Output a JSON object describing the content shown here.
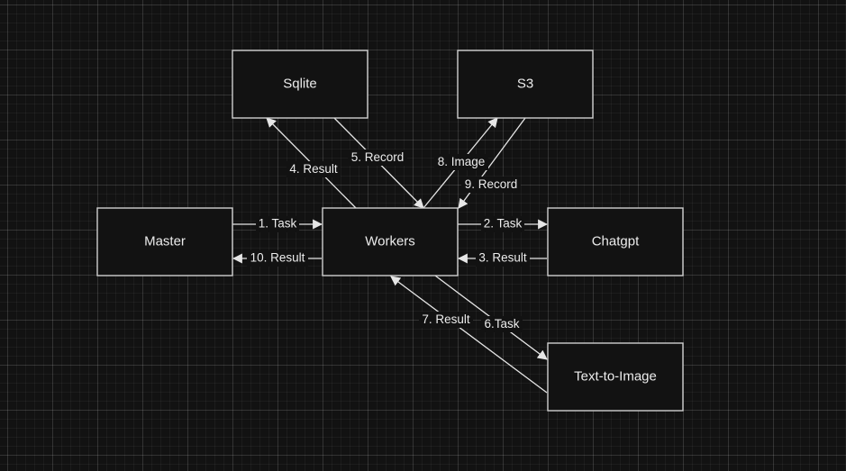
{
  "nodes": {
    "sqlite": "Sqlite",
    "s3": "S3",
    "master": "Master",
    "workers": "Workers",
    "chatgpt": "Chatgpt",
    "text_to_image": "Text-to-Image"
  },
  "edges": {
    "task_1": "1. Task",
    "task_2": "2. Task",
    "result_3": "3. Result",
    "result_4": "4. Result",
    "record_5": "5. Record",
    "task_6": "6.Task",
    "result_7": "7. Result",
    "image_8": "8. Image",
    "record_9": "9. Record",
    "result_10": "10. Result"
  },
  "colors": {
    "background": "#121212",
    "stroke": "#cfcfcf",
    "text": "#ececec"
  }
}
